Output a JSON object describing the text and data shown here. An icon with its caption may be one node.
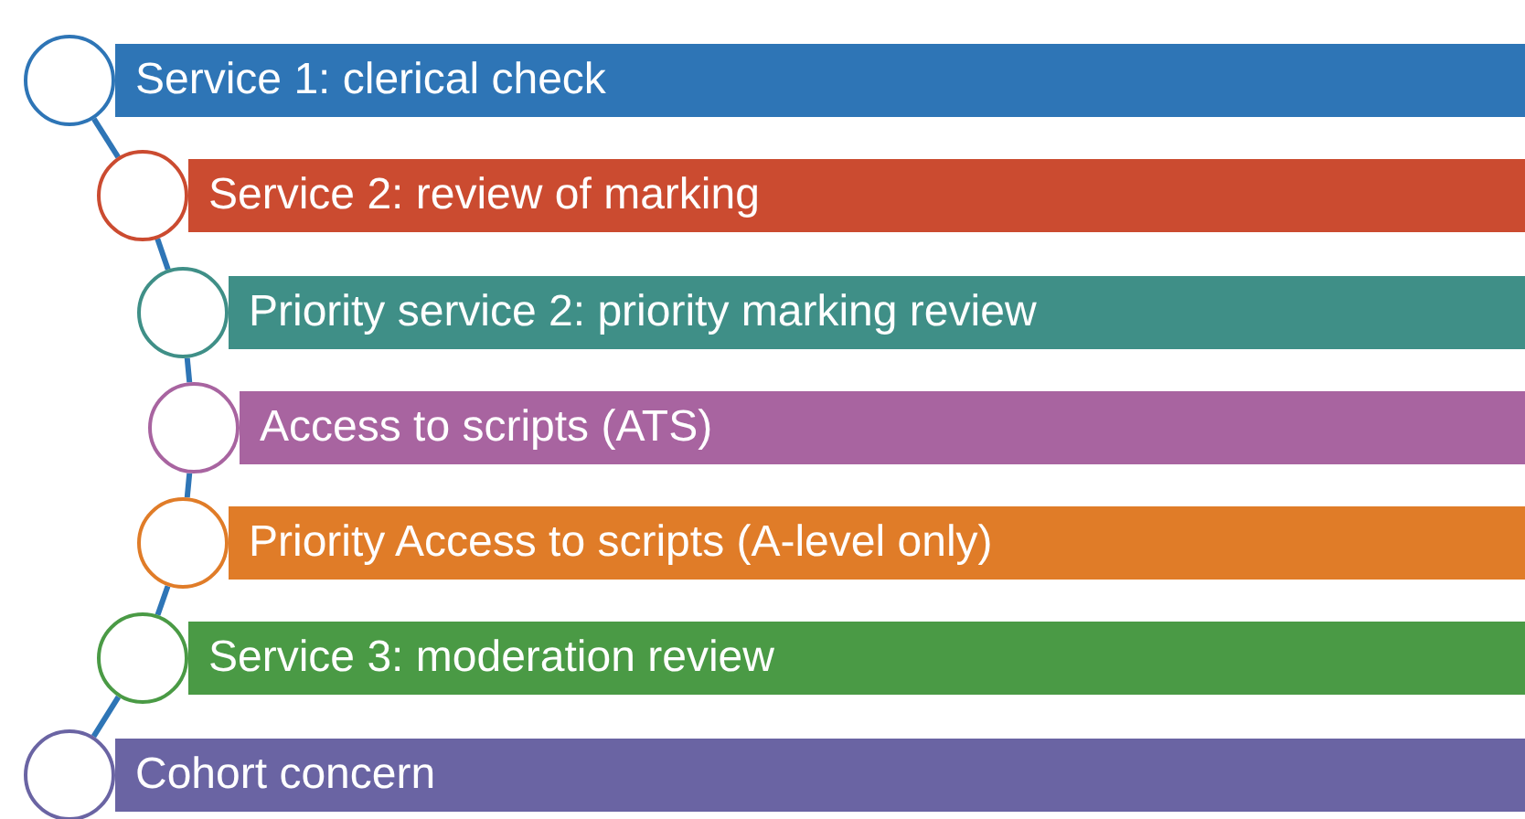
{
  "diagram": {
    "nodes": [
      {
        "text": [
          "Service 1: clerical check"
        ]
      },
      {
        "text": [
          "Service 2: review of marking"
        ]
      },
      {
        "text": [
          "Priority service 2: priority marking review"
        ]
      },
      {
        "text": [
          "Access to scripts (ATS)"
        ]
      },
      {
        "text": [
          "Priority Access to scripts (A-level only)"
        ]
      },
      {
        "text": [
          "Service 3: moderation review"
        ]
      },
      {
        "text": [
          "Cohort concern"
        ]
      },
      {
        "text": [],
        "shape": "circle"
      },
      {
        "text": [],
        "shape": "circle"
      },
      {
        "text": [],
        "shape": "circle"
      },
      {
        "text": [],
        "shape": "circle"
      },
      {
        "text": [],
        "shape": "circle"
      },
      {
        "text": [],
        "shape": "circle"
      },
      {
        "text": [],
        "shape": "circle"
      }
    ],
    "edges": [
      {
        "from": 7,
        "to": 8,
        "arrow": "none"
      },
      {
        "from": 8,
        "to": 9,
        "arrow": "none"
      },
      {
        "from": 9,
        "to": 10,
        "arrow": "none"
      },
      {
        "from": 10,
        "to": 11,
        "arrow": "none"
      },
      {
        "from": 11,
        "to": 12,
        "arrow": "none"
      },
      {
        "from": 12,
        "to": 13,
        "arrow": "none"
      }
    ]
  }
}
